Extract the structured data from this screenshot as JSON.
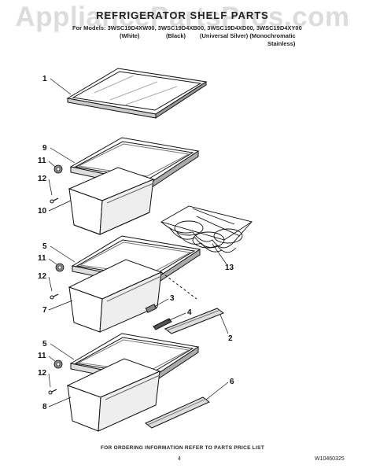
{
  "watermark": "AppliancePartsPros.com",
  "title": "REFRIGERATOR SHELF PARTS",
  "models": {
    "intro": "For Models: 3WSC19D4XW00, 3WSC19D4XB00, 3WSC19D4XD00, 3WSC19D4XY00",
    "captions": [
      "(White)",
      "(Black)",
      "(Universal Silver) (Monochromatic",
      "Stainless)"
    ]
  },
  "callouts": [
    "1",
    "9",
    "11",
    "12",
    "10",
    "13",
    "5",
    "11",
    "12",
    "3",
    "7",
    "4",
    "2",
    "5",
    "11",
    "12",
    "8",
    "6"
  ],
  "footer": {
    "ordering_note": "FOR ORDERING INFORMATION REFER TO PARTS PRICE LIST",
    "page_number": "4",
    "document_number": "W10460325"
  }
}
